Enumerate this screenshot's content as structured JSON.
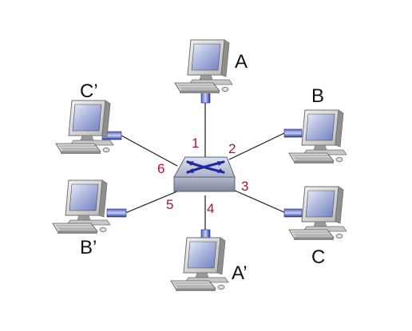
{
  "colors": {
    "link": "#1a1a1a",
    "port_label": "#b3122a",
    "connector": "#2a3a9a",
    "switch_arrows": "#1f2aa0"
  },
  "switch": {
    "icon": "switch-icon"
  },
  "hosts": [
    {
      "id": "A",
      "label": "A",
      "port": "1",
      "icon": "computer-icon"
    },
    {
      "id": "B",
      "label": "B",
      "port": "2",
      "icon": "computer-icon"
    },
    {
      "id": "C",
      "label": "C",
      "port": "3",
      "icon": "computer-icon"
    },
    {
      "id": "A-prime",
      "label": "A’",
      "port": "4",
      "icon": "computer-icon"
    },
    {
      "id": "B-prime",
      "label": "B’",
      "port": "5",
      "icon": "computer-icon"
    },
    {
      "id": "C-prime",
      "label": "C’",
      "port": "6",
      "icon": "computer-icon"
    }
  ]
}
